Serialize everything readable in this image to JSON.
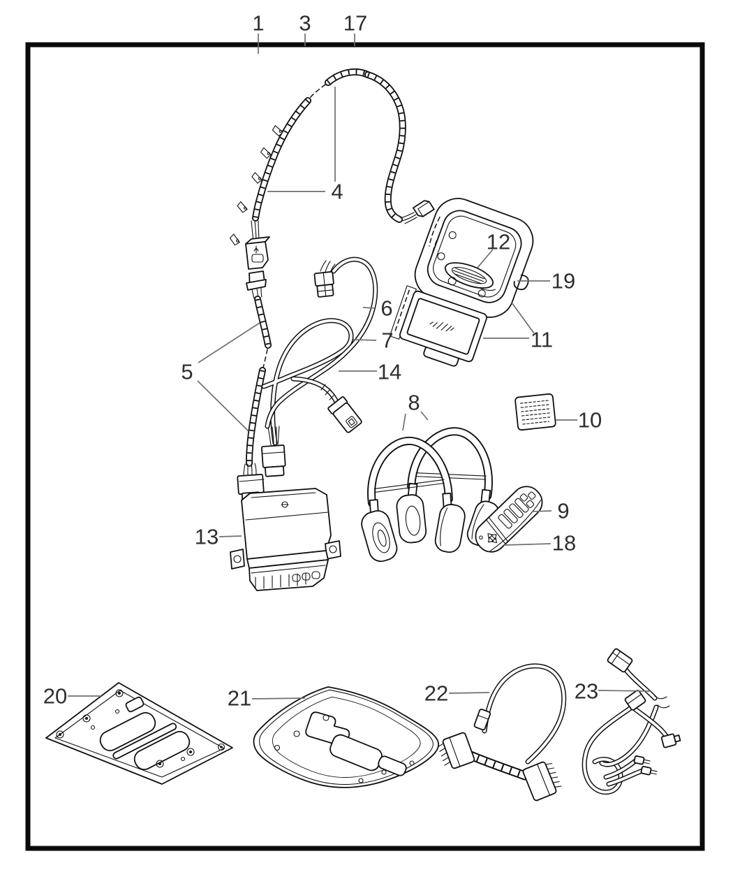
{
  "figure": {
    "background": "#ffffff",
    "line_color": "#101010",
    "leader_color": "#6f6f6f",
    "label_color": "#2e2e2e",
    "callouts": {
      "n1": "1",
      "n3": "3",
      "n4": "4",
      "n5": "5",
      "n6": "6",
      "n7": "7",
      "n8": "8",
      "n9": "9",
      "n10": "10",
      "n11": "11",
      "n12": "12",
      "n13": "13",
      "n14": "14",
      "n17": "17",
      "n18": "18",
      "n19": "19",
      "n20": "20",
      "n21": "21",
      "n22": "22",
      "n23": "23"
    }
  }
}
